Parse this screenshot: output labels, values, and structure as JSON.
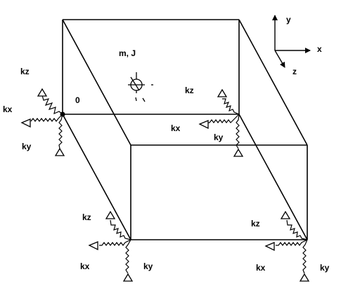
{
  "mass_label": "m, J",
  "origin_label": "0",
  "axes": {
    "x": "x",
    "y": "y",
    "z": "z"
  },
  "supports": [
    {
      "kx": "kx",
      "ky": "ky",
      "kz": "kz"
    },
    {
      "kx": "kx",
      "ky": "ky",
      "kz": "kz"
    },
    {
      "kx": "kx",
      "ky": "ky",
      "kz": "kz"
    },
    {
      "kx": "kx",
      "ky": "ky",
      "kz": "kz"
    }
  ]
}
